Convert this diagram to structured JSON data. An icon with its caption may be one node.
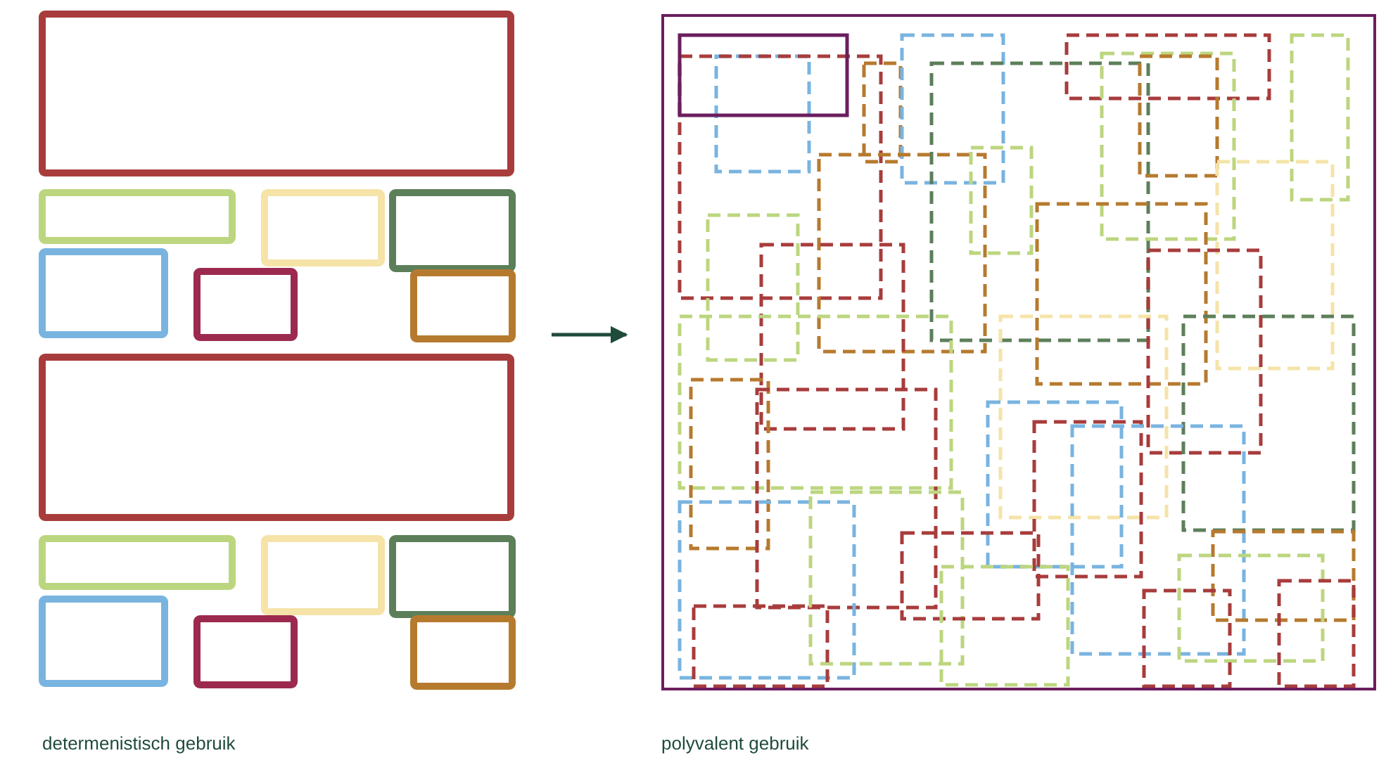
{
  "diagram": {
    "nodes": [
      {
        "text": [],
        "shape": "picture"
      },
      {
        "text": [],
        "shape": "box"
      }
    ],
    "edges": [
      {
        "from": 0,
        "to": 1,
        "arrow": "to"
      }
    ],
    "labels": [
      "determenistisch gebruik",
      "polyvalent gebruik"
    ]
  }
}
